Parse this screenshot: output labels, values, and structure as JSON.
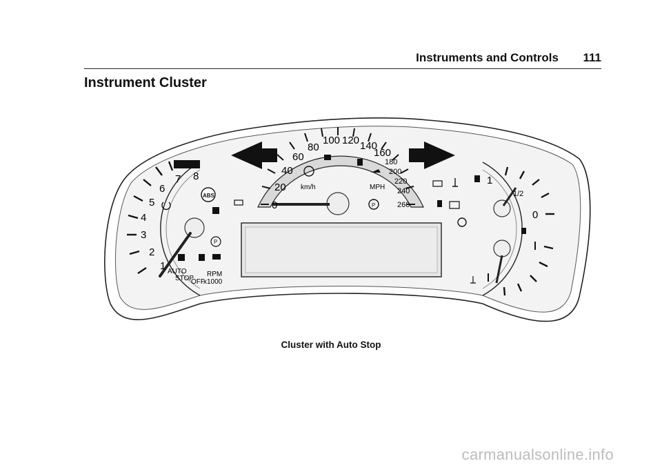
{
  "header": {
    "section_title": "Instruments and Controls",
    "page_number": "111"
  },
  "section": {
    "title": "Instrument Cluster"
  },
  "figure": {
    "caption": "Cluster with Auto Stop",
    "tachometer": {
      "labels": [
        "1",
        "2",
        "3",
        "4",
        "5",
        "6",
        "7",
        "8"
      ],
      "auto_stop_1": "AUTO",
      "auto_stop_2": "STOP",
      "off": "OFF",
      "rpm": "RPM",
      "rpm_unit": "x1000"
    },
    "speedometer": {
      "kmh_labels": [
        "0",
        "20",
        "40",
        "60",
        "80",
        "100",
        "120",
        "140",
        "160"
      ],
      "mph_labels": [
        "180",
        "200",
        "220",
        "240",
        "260"
      ],
      "kmh_unit": "km/h",
      "mph_unit": "MPH"
    },
    "fuel_gauge": {
      "full": "1",
      "half": "1/2",
      "empty": "0"
    }
  },
  "watermark": "carmanualsonline.info"
}
